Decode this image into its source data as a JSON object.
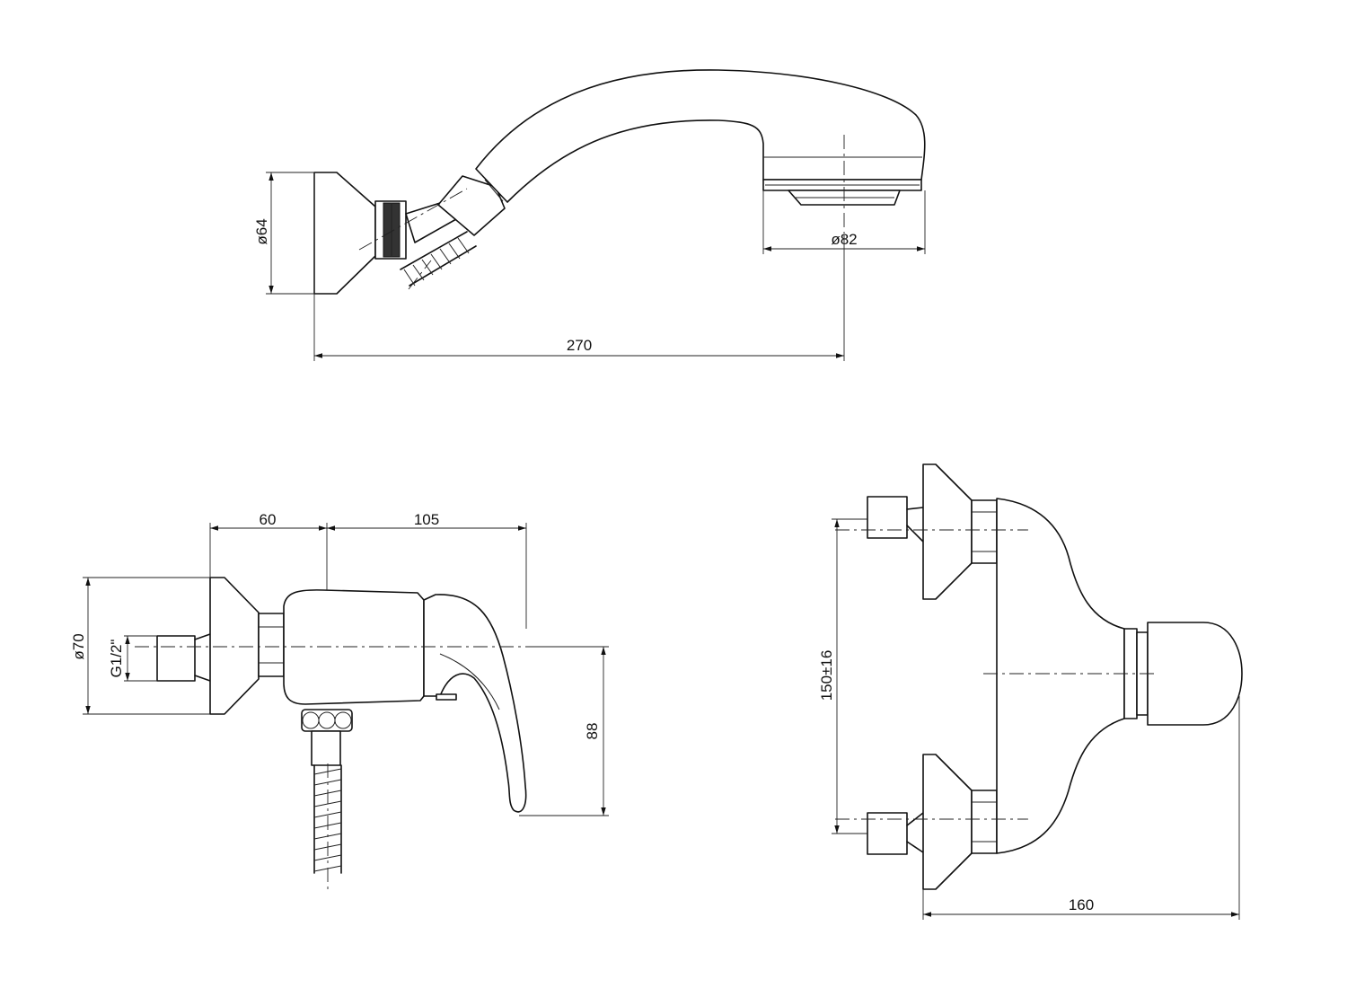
{
  "views": {
    "shower_head": {
      "dims": {
        "hanger_diameter": "ø64",
        "head_diameter": "ø82",
        "overall_length": "270"
      }
    },
    "mixer_side": {
      "dims": {
        "to_axis": "60",
        "axis_to_lever": "105",
        "flange_diameter": "ø70",
        "thread": "G1/2\"",
        "lever_drop": "88"
      }
    },
    "mixer_front": {
      "dims": {
        "inlet_spacing": "150±16",
        "overall_depth": "160"
      }
    }
  }
}
